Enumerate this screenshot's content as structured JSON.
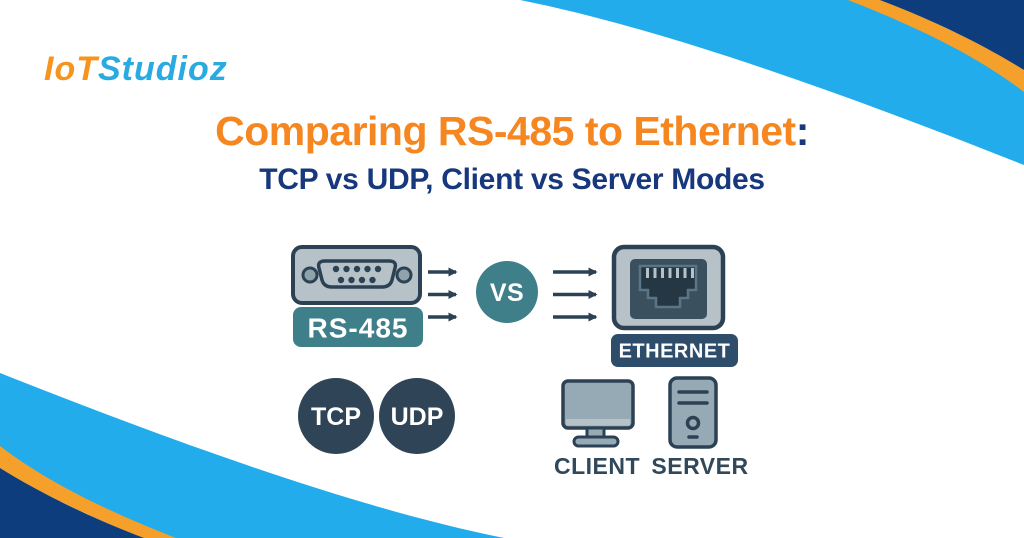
{
  "logo": {
    "part1": "IoT",
    "part2": "Studioz"
  },
  "title": {
    "main": "Comparing RS-485 to Ethernet",
    "colon": ":",
    "subtitle": "TCP vs UDP, Client vs Server Modes"
  },
  "diagram": {
    "rs485_label": "RS-485",
    "vs_label": "VS",
    "ethernet_label": "ETHERNET",
    "tcp_label": "TCP",
    "udp_label": "UDP",
    "client_label": "CLIENT",
    "server_label": "SERVER"
  },
  "icons": {
    "left_connector": "db9-serial-connector-icon",
    "right_connector": "rj45-ethernet-port-icon",
    "client": "desktop-monitor-icon",
    "server": "tower-pc-icon",
    "arrows": "right-arrow-icon"
  },
  "colors": {
    "background": "#FFFFFF",
    "swoosh_light_blue": "#22ACEC",
    "swoosh_navy": "#0E3D7D",
    "swoosh_orange": "#F5A02B",
    "title_orange": "#F6861F",
    "title_navy": "#17387D",
    "logo_orange": "#F7941D",
    "logo_blue": "#29ABE2",
    "teal": "#3E7F8A",
    "slate_dark": "#2C4254",
    "circle_slate": "#2F4456",
    "ethernet_badge_navy": "#2E4D6B",
    "connector_gray": "#B6C2C7",
    "hardware_gray": "#95AAB4"
  }
}
